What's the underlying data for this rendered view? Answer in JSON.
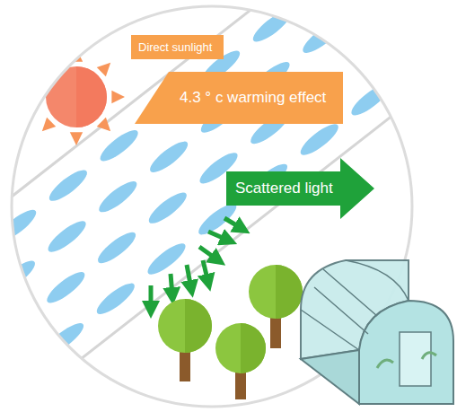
{
  "diagram": {
    "nodes": [
      {
        "text": [
          "Direct sunlight"
        ]
      },
      {
        "text": [
          "4.3 ° c warming effect"
        ]
      },
      {
        "text": [
          "Scattered light"
        ]
      }
    ]
  }
}
